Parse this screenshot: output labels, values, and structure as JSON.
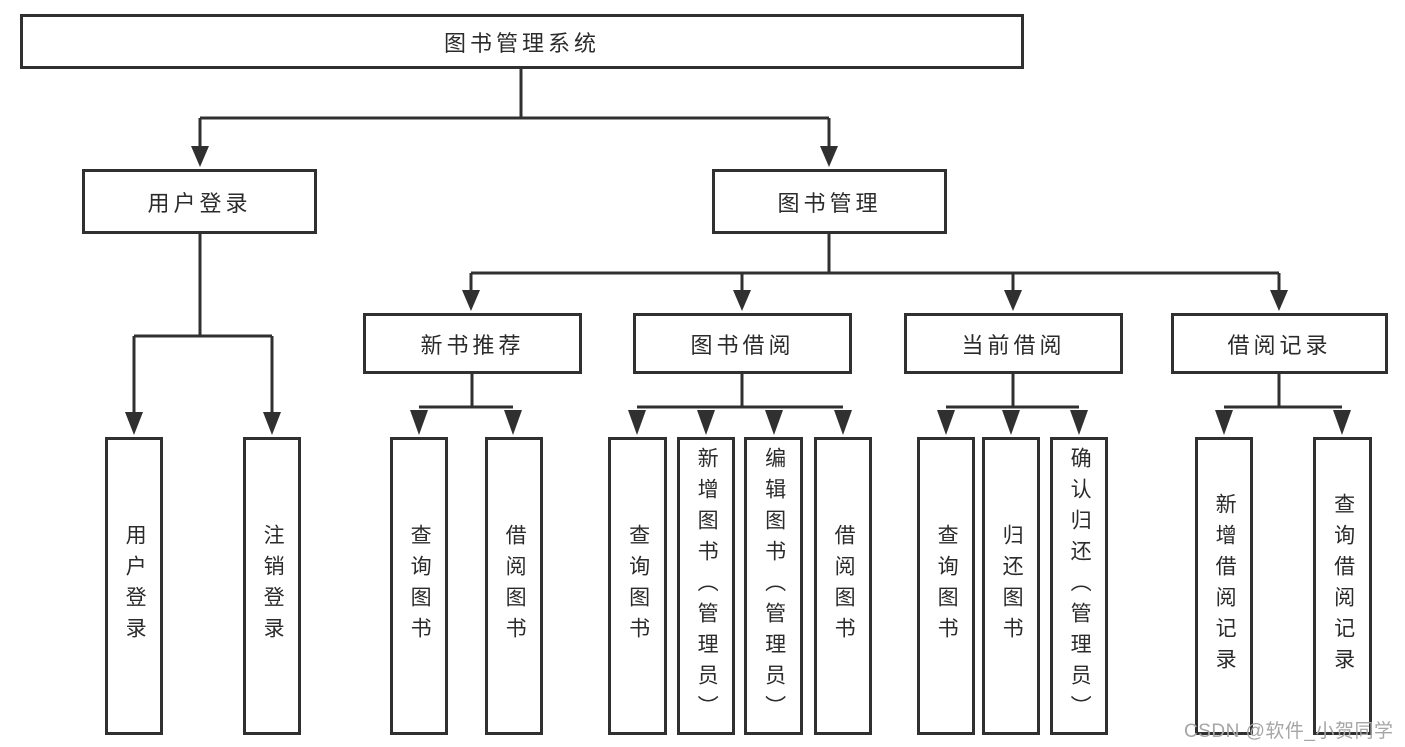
{
  "tree": {
    "root": {
      "label": "图书管理系统",
      "children": [
        {
          "label": "用户登录",
          "children": [
            {
              "label": "用户登录"
            },
            {
              "label": "注销登录"
            }
          ]
        },
        {
          "label": "图书管理",
          "children": [
            {
              "label": "新书推荐",
              "children": [
                {
                  "label": "查询图书"
                },
                {
                  "label": "借阅图书"
                }
              ]
            },
            {
              "label": "图书借阅",
              "children": [
                {
                  "label": "查询图书"
                },
                {
                  "label": "新增图书（管理员）"
                },
                {
                  "label": "编辑图书（管理员）"
                },
                {
                  "label": "借阅图书"
                }
              ]
            },
            {
              "label": "当前借阅",
              "children": [
                {
                  "label": "查询图书"
                },
                {
                  "label": "归还图书"
                },
                {
                  "label": "确认归还（管理员）"
                }
              ]
            },
            {
              "label": "借阅记录",
              "children": [
                {
                  "label": "新增借阅记录"
                },
                {
                  "label": "查询借阅记录"
                }
              ]
            }
          ]
        }
      ]
    }
  },
  "watermark": "CSDN @软件_小贺同学",
  "colors": {
    "line": "#303030",
    "text": "#2b2b2b",
    "watermark": "#a6a6a6",
    "background": "#ffffff"
  }
}
